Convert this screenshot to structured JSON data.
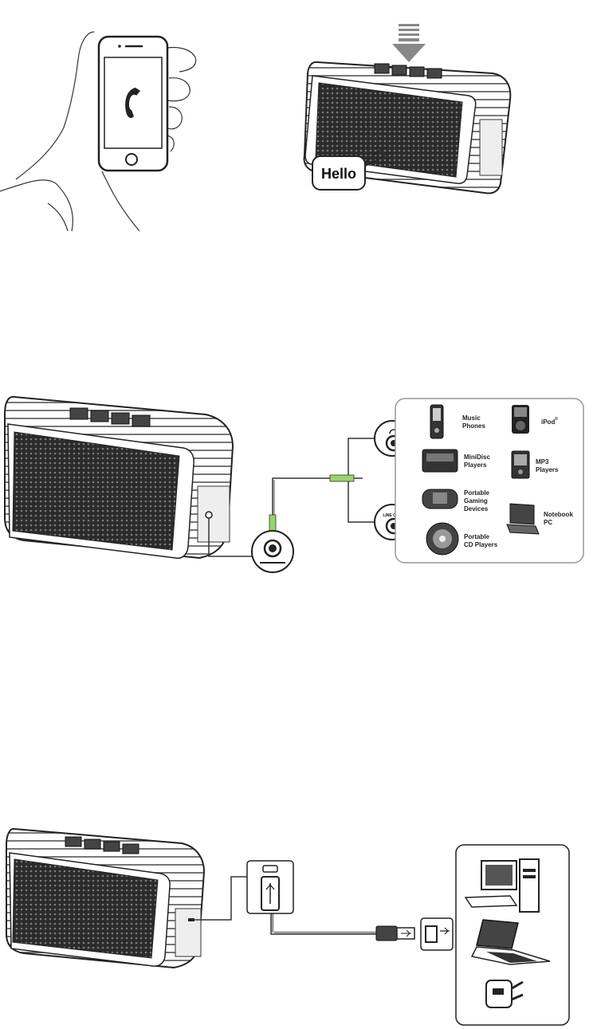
{
  "panel1": {
    "speech_bubble": "Hello"
  },
  "panel2": {
    "jack_labels": {
      "headphone_port": "",
      "line_out": "LINE OUT"
    },
    "devices": [
      {
        "label_line1": "Music",
        "label_line2": "Phones",
        "label_line3": ""
      },
      {
        "label_line1": "iPod",
        "label_line2": "",
        "label_line3": "",
        "mark": "®"
      },
      {
        "label_line1": "MiniDisc",
        "label_line2": "Players",
        "label_line3": ""
      },
      {
        "label_line1": "MP3",
        "label_line2": "Players",
        "label_line3": ""
      },
      {
        "label_line1": "Portable",
        "label_line2": "Gaming",
        "label_line3": "Devices"
      },
      {
        "label_line1": "Notebook",
        "label_line2": "PC",
        "label_line3": ""
      },
      {
        "label_line1": "Portable",
        "label_line2": "CD Players",
        "label_line3": ""
      }
    ]
  },
  "panel3": {
    "devices": [
      "desktop-computer-icon",
      "laptop-icon",
      "usb-wall-charger-icon"
    ]
  }
}
